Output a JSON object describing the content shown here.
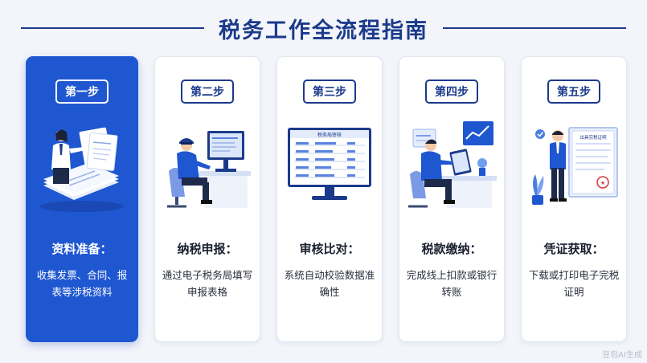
{
  "title": "税务工作全流程指南",
  "steps": [
    {
      "badge": "第一步",
      "title": "资料准备：",
      "desc": "收集发票、合同、报表等涉税资料",
      "illustration": "person-presenting-documents-icon"
    },
    {
      "badge": "第二步",
      "title": "纳税申报：",
      "desc": "通过电子税务局填写申报表格",
      "illustration": "officer-at-computer-icon"
    },
    {
      "badge": "第三步",
      "title": "审核比对：",
      "desc": "系统自动校验数据准确性",
      "illustration": "monitor-review-screen-icon"
    },
    {
      "badge": "第四步",
      "title": "税款缴纳：",
      "desc": "完成线上扣款或银行转账",
      "illustration": "person-paying-online-icon"
    },
    {
      "badge": "第五步",
      "title": "凭证获取：",
      "desc": "下载或打印电子完税证明",
      "illustration": "certificate-with-person-icon"
    }
  ],
  "monitor_heading": "税务局审核",
  "certificate_heading": "出具完税证明",
  "watermark": "豆包AI生成",
  "colors": {
    "primary": "#1f57d1",
    "navy": "#1b3a8c",
    "background": "#f3f5fa"
  }
}
